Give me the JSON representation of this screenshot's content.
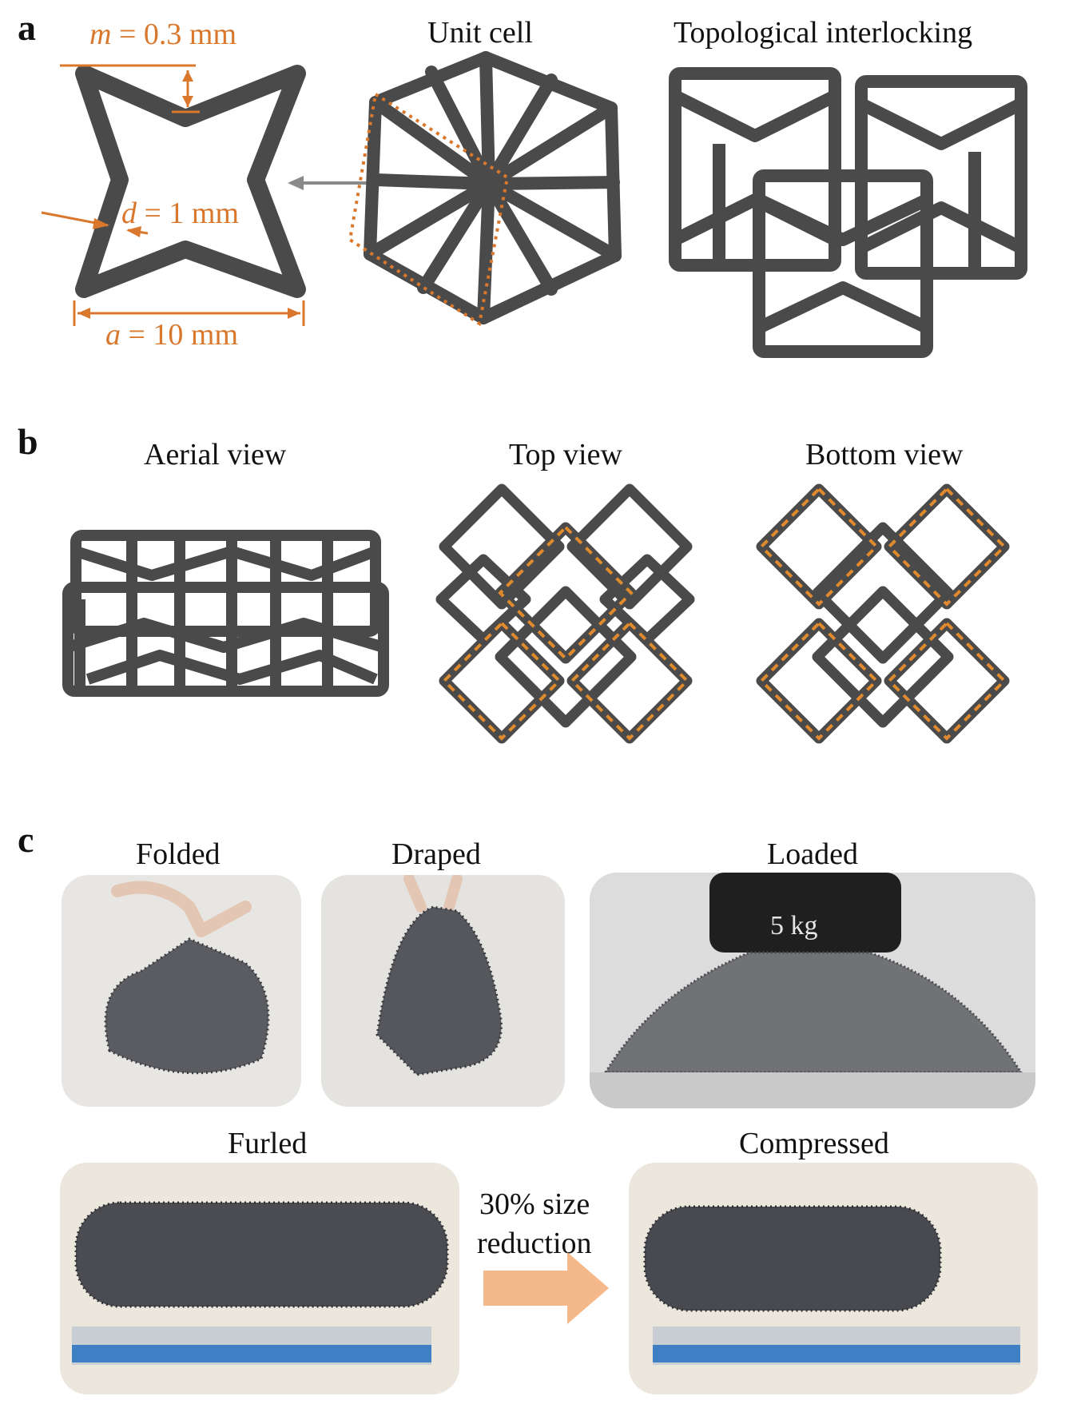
{
  "panel_a": {
    "letter": "a",
    "dims": {
      "m": {
        "sym": "m",
        "value": "= 0.3 mm"
      },
      "d": {
        "sym": "d",
        "value": "= 1 mm"
      },
      "a": {
        "sym": "a",
        "value": "= 10 mm"
      }
    },
    "unit_cell_title": "Unit cell",
    "interlock_title": "Topological interlocking"
  },
  "panel_b": {
    "letter": "b",
    "views": [
      "Aerial view",
      "Top view",
      "Bottom view"
    ]
  },
  "panel_c": {
    "letter": "c",
    "photos": [
      "Folded",
      "Draped",
      "Loaded",
      "Furled",
      "Compressed"
    ],
    "weight_label": "5 kg",
    "arrow_text_1": "30% size",
    "arrow_text_2": "reduction"
  },
  "colors": {
    "strut": "#4a4a4a",
    "accent": "#d9782d",
    "arrow_fill": "#f5b88a"
  }
}
